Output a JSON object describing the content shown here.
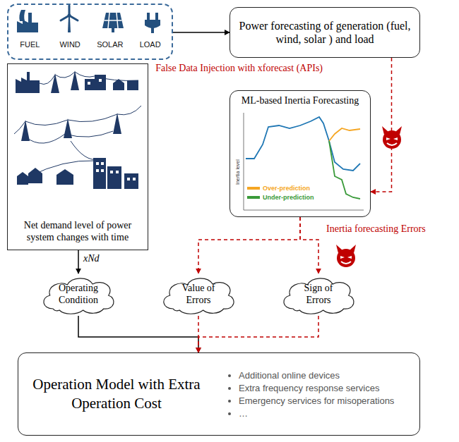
{
  "diagram": {
    "nodes": [
      {
        "text": [
          "FUEL",
          "WIND",
          "SOLAR",
          "LOAD"
        ]
      },
      {
        "text": [
          "Power forecasting of generation (fuel, wind, solar ) and load"
        ]
      },
      {
        "text": [
          "Net demand level of power system changes with time"
        ]
      },
      {
        "text": [
          "ML-based Inertia Forecasting"
        ]
      },
      {
        "text": [
          "Operating Condition"
        ]
      },
      {
        "text": [
          "Value of Errors"
        ]
      },
      {
        "text": [
          "Sign of Errors"
        ]
      },
      {
        "text": [
          "Operation Model with Extra Operation Cost",
          "Additional online devices",
          "Extra frequency response services",
          "Emergency services for misoperations",
          "…"
        ]
      }
    ],
    "edges": [
      {
        "from": 0,
        "to": 1,
        "arrow": "to"
      },
      {
        "from": 1,
        "to": 3,
        "arrow": "to",
        "label": "False Data Injection with xforecast (APIs)"
      },
      {
        "from": 2,
        "to": 4,
        "arrow": "to",
        "label": "xNd"
      },
      {
        "from": 3,
        "to": 5,
        "arrow": "to",
        "label": "Inertia forecasting Errors"
      },
      {
        "from": 3,
        "to": 6,
        "arrow": "to"
      },
      {
        "from": 4,
        "to": 7,
        "arrow": "to"
      },
      {
        "from": 5,
        "to": 7,
        "arrow": "to"
      },
      {
        "from": 6,
        "to": 7,
        "arrow": "to"
      }
    ],
    "labels": [
      "Inertia level"
    ],
    "legend": [
      {
        "text": "Over-prediction",
        "color": "#f5a623"
      },
      {
        "text": "Under-prediction",
        "color": "#3a9a3a"
      }
    ]
  }
}
